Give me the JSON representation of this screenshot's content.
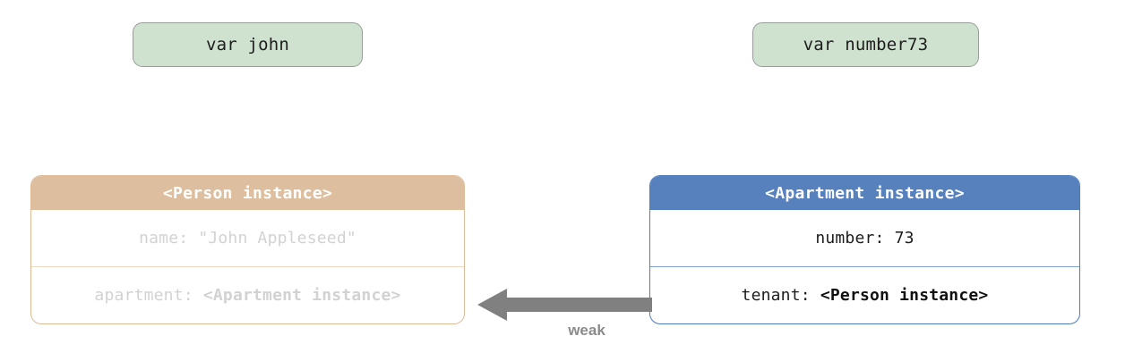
{
  "variables": [
    {
      "name": "var-john",
      "label": "var john"
    },
    {
      "name": "var-number73",
      "label": "var number73"
    }
  ],
  "instances": [
    {
      "key": "person",
      "header": "<Person instance>",
      "header_color": "#ddbf9f",
      "border_color": "#e0bb96",
      "text_color": "#d2d2d2",
      "rows": [
        {
          "plain": "name: \"John Appleseed\"",
          "strong": ""
        },
        {
          "plain": "apartment: ",
          "strong": "<Apartment instance>"
        }
      ]
    },
    {
      "key": "apartment",
      "header": "<Apartment instance>",
      "header_color": "#5681bd",
      "border_color": "#4f7dbb",
      "text_color": "#1d1d1d",
      "rows": [
        {
          "plain": "number: 73",
          "strong": ""
        },
        {
          "plain": "tenant: ",
          "strong": "<Person instance>"
        }
      ]
    }
  ],
  "arrow": {
    "label": "weak",
    "color": "#808080",
    "direction": "left",
    "from": "apartment-instance",
    "to": "person-instance"
  },
  "colors": {
    "var_box_fill": "#cfe2cf",
    "var_box_border": "#9a9a9a",
    "person_header": "#ddbf9f",
    "apartment_header": "#5681bd",
    "arrow_gray": "#808080",
    "background": "#ffffff"
  }
}
